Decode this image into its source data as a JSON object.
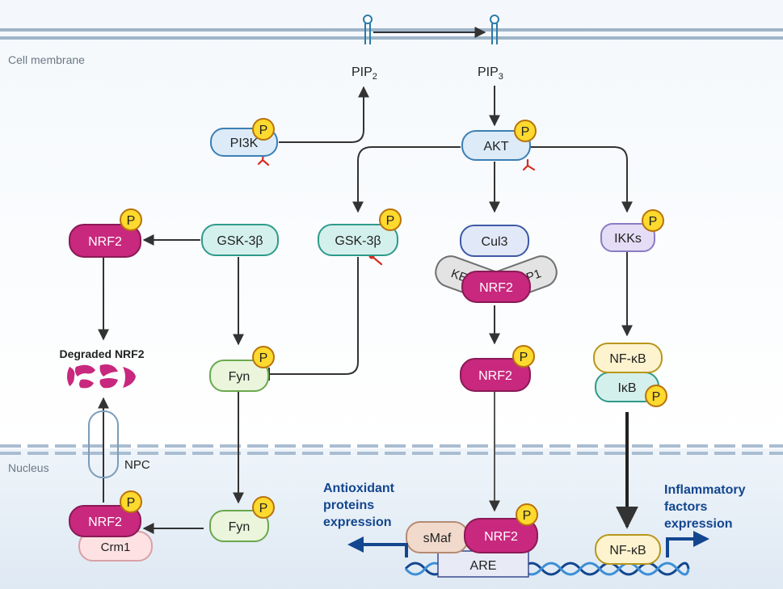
{
  "regions": {
    "cell_membrane": "Cell membrane",
    "nucleus": "Nucleus"
  },
  "lipids": {
    "pip2": "PIP",
    "pip2_sub": "2",
    "pip3": "PIP",
    "pip3_sub": "3"
  },
  "phospho_label": "P",
  "nodes": {
    "pi3k": "PI3K",
    "akt": "AKT",
    "gsk_left": "GSK-3β",
    "gsk_mid": "GSK-3β",
    "nrf2_top_left": "NRF2",
    "cul3": "Cul3",
    "keap1_left": "KEAP1",
    "keap1_right": "KEAP1",
    "nrf2_complex": "NRF2",
    "ikks": "IKKs",
    "degraded_nrf2": "Degraded NRF2",
    "fyn_mid": "Fyn",
    "nrf2_free": "NRF2",
    "nfkb_cyto": "NF-κB",
    "ikb": "IκB",
    "npc": "NPC",
    "nrf2_nuclear": "NRF2",
    "crm1": "Crm1",
    "fyn_nuclear": "Fyn",
    "smaf": "sMaf",
    "nrf2_are": "NRF2",
    "are": "ARE",
    "nfkb_nuclear": "NF-κB"
  },
  "outputs": {
    "antioxidant": [
      "Antioxidant",
      "proteins",
      "expression"
    ],
    "inflammatory": [
      "Inflammatory",
      "factors",
      "expression"
    ]
  },
  "colors": {
    "magenta": "#c8287d",
    "teal_fill": "#d4f0ec",
    "teal_stroke": "#2f9a8a",
    "blue_fill": "#dcebf7",
    "blue_stroke": "#3b7fb5",
    "green_fill": "#eaf5dc",
    "green_stroke": "#6aa84f",
    "purple_fill": "#e4ddf5",
    "purple_stroke": "#8b7bc4",
    "yellow_fill": "#fed92e",
    "yellow_stroke": "#b8730c",
    "gray_fill": "#e3e3e3",
    "gray_stroke": "#7a7a7a",
    "navy": "#13468f",
    "membrane": "#9fb5c8",
    "red_inhibit": "#d62d20"
  }
}
